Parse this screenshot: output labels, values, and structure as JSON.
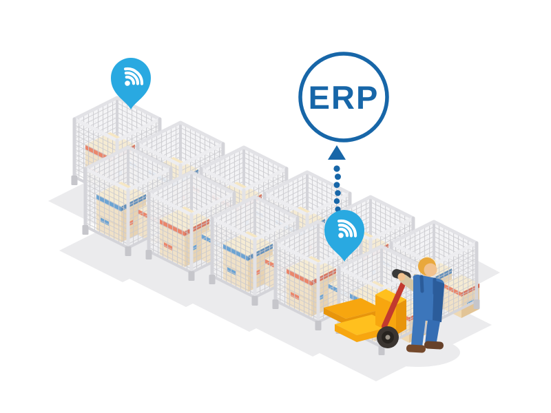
{
  "illustration": {
    "erp_label": "ERP",
    "cage_rows": {
      "back": 6,
      "front": 5
    },
    "location_pins": 2,
    "connector": {
      "style": "dotted",
      "dot_count": 6,
      "arrow_direction": "up"
    }
  },
  "palette": {
    "blue": "#1766A8",
    "pin-blue": "#29A9E1",
    "wall": "#F2F2F4",
    "mesh-line": "#C9C9CE",
    "dot-grid": "#C2C2C8",
    "frame": "#E2E2E6",
    "frame-dark": "#D4D4D9",
    "frame-light": "#EDEDF0",
    "leg": "#C6C6CB",
    "box-top": "#F6E7C4",
    "box-front": "#EFD9B3",
    "box-side": "#E2C496",
    "stripe-orange": "#E8532C",
    "stripe-orange-dark": "#CC3F1F",
    "stripe-blue": "#2E7FC4",
    "stripe-blue-dark": "#2463A0",
    "floor-shadow": "#EBEBED",
    "truck-orange": "#F7A60F",
    "truck-yellow": "#FFC01E",
    "truck-dark": "#E8950B",
    "handle-red": "#C23A2E",
    "wheel": "#3B3531",
    "wheel-inner": "#27231F",
    "wheel-hub": "#9A9287",
    "overalls": "#3C76BB",
    "overalls-mid": "#356DB3",
    "overalls-dark": "#2B5C9A",
    "shirt": "#D6C7A4",
    "skin": "#F2C28F",
    "hair": "#E9A83C",
    "shoe": "#74492C",
    "shoe-dark": "#66412A"
  }
}
